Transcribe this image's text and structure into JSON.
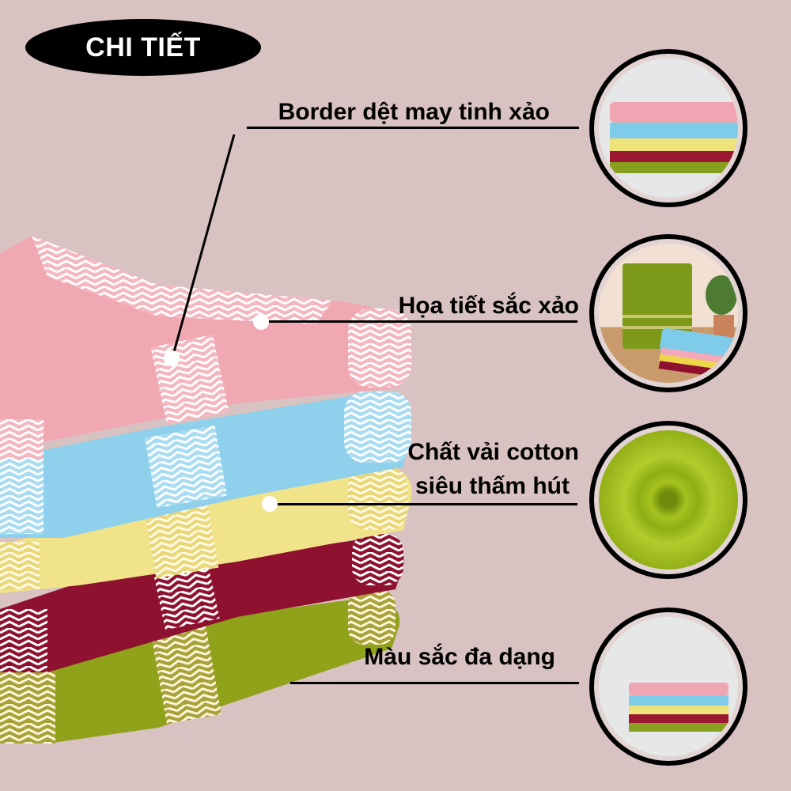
{
  "badge": {
    "label": "CHI TIẾT"
  },
  "features": [
    {
      "label": "Border dệt may tinh xảo",
      "image_desc": "stack of colorful towels with chevron borders"
    },
    {
      "label": "Họa tiết sắc xảo",
      "image_desc": "green towel hanging with stacked towels and plant"
    },
    {
      "label_line1": "Chất vải cotton",
      "label_line2": "siêu thấm hút",
      "image_desc": "green terry cotton swirl close-up"
    },
    {
      "label": "Màu sắc đa dạng",
      "image_desc": "stack of five colored towels"
    }
  ],
  "colors": {
    "background": "#d9c2c2",
    "pink": "#f0a9b3",
    "blue": "#8fd0ec",
    "yellow": "#f1e38a",
    "maroon": "#8e1230",
    "green": "#8fa21a"
  }
}
